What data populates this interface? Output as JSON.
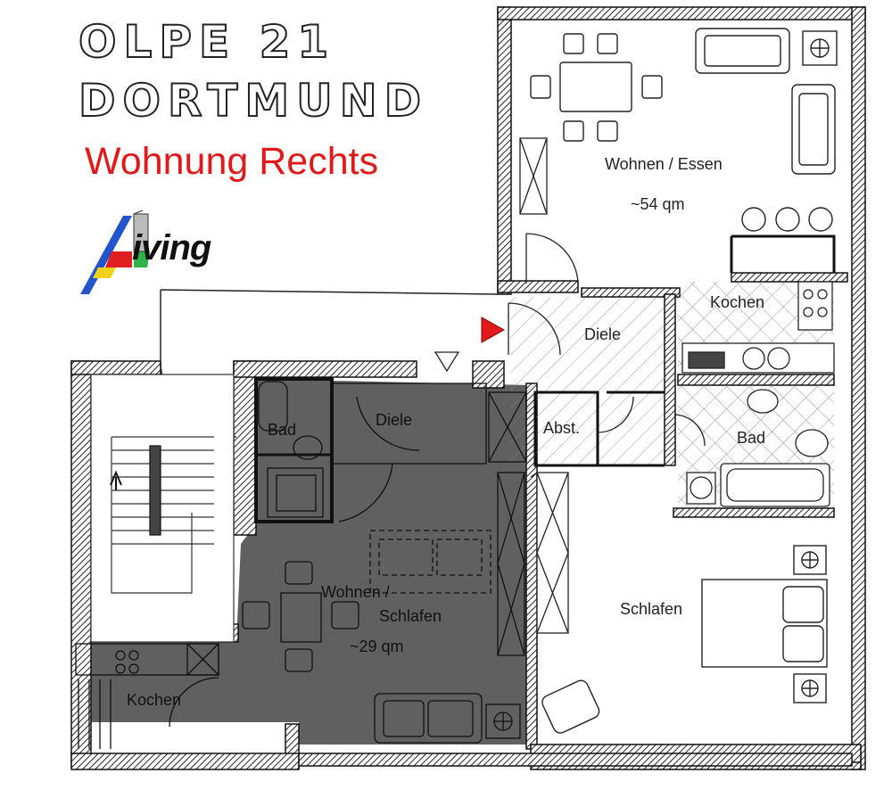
{
  "header": {
    "title_line1": "OLPE 21",
    "title_line2": "DORTMUND",
    "subtitle": "Wohnung Rechts",
    "subtitle_color": "#e01a1a",
    "logo_text": "iving",
    "logo_colors": {
      "red": "#e02020",
      "green": "#2db34a",
      "blue": "#2255cc",
      "yellow": "#f2d21b"
    }
  },
  "rooms": {
    "wohnen_essen": {
      "name": "Wohnen / Essen",
      "area": "~54 qm"
    },
    "kochen_rechts": {
      "name": "Kochen"
    },
    "diele_rechts": {
      "name": "Diele"
    },
    "abst": {
      "name": "Abst."
    },
    "bad_rechts": {
      "name": "Bad"
    },
    "schlafen": {
      "name": "Schlafen"
    },
    "bad_links": {
      "name": "Bad"
    },
    "diele_links": {
      "name": "Diele"
    },
    "wohnen_schlafen_line1": {
      "name": "Wohnen /"
    },
    "wohnen_schlafen_line2": {
      "name": "Schlafen"
    },
    "wohnen_schlafen_area": {
      "area": "~29 qm"
    },
    "kochen_links": {
      "name": "Kochen"
    }
  },
  "colors": {
    "highlight_unit": "#555555",
    "walls": "#1a1a1a",
    "entry_marker": "#e01a1a"
  }
}
